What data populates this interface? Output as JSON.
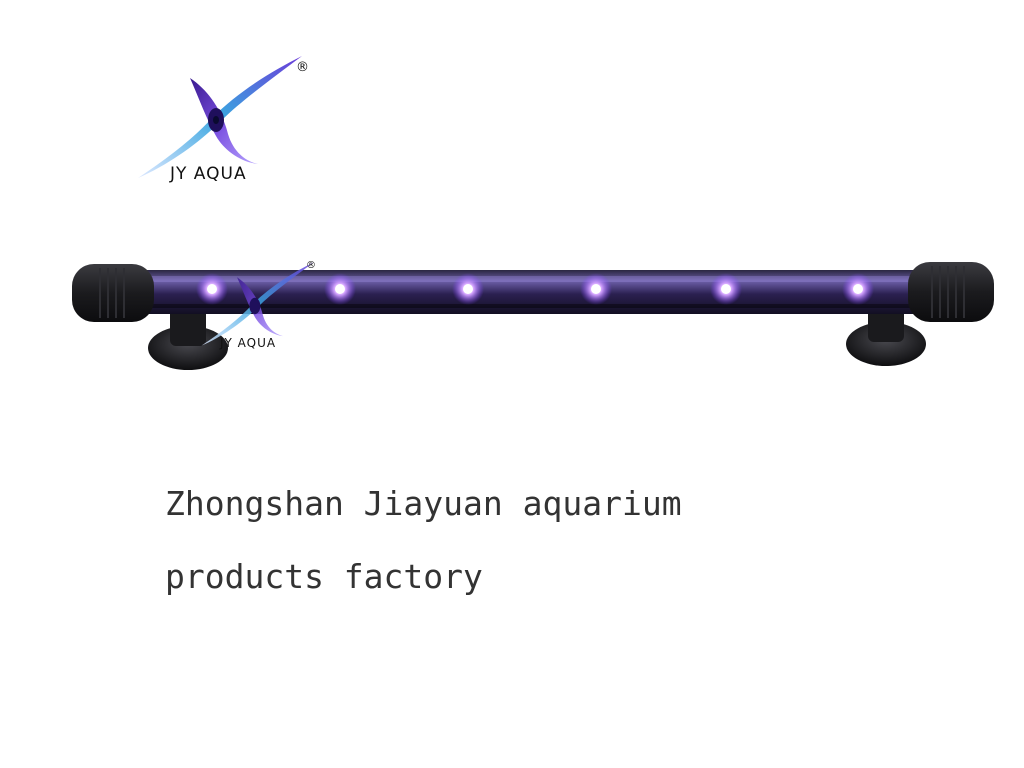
{
  "brand": {
    "name": "JY AQUA",
    "registered_mark": "®"
  },
  "product": {
    "name": "LED aquarium light bar",
    "led_count": 6,
    "led_color": "#c78cff",
    "watermark_text": "JY AQUA",
    "watermark_registered_mark": "®"
  },
  "caption": {
    "line1": "Zhongshan Jiayuan aquarium",
    "line2": "products factory"
  },
  "colors": {
    "logo_purple": "#5a2fb8",
    "logo_blue": "#3aa6e0",
    "caption_text": "#333333",
    "background": "#ffffff"
  },
  "icons": {
    "logo": "jy-aqua-x-swoosh-logo",
    "product": "led-light-bar"
  }
}
